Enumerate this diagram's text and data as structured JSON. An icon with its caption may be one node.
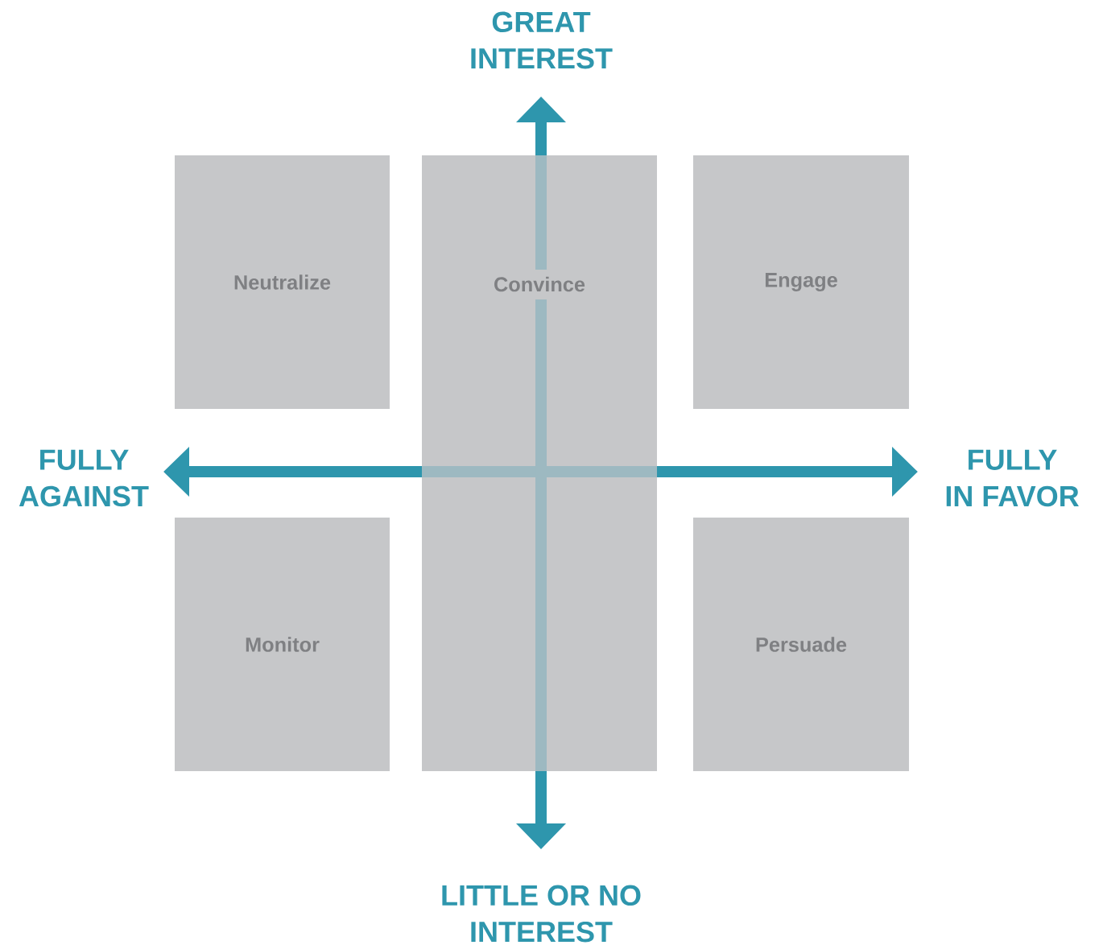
{
  "diagram": {
    "nodes": [
      {
        "text": [
          "Neutralize"
        ]
      },
      {
        "text": [
          "Convince"
        ]
      },
      {
        "text": [
          "Engage"
        ]
      },
      {
        "text": [
          "Monitor"
        ]
      },
      {
        "text": [
          "Persuade"
        ]
      }
    ],
    "labels": [
      "GREAT INTEREST",
      "FULLY AGAINST",
      "FULLY IN FAVOR",
      "LITTLE OR NO INTEREST"
    ]
  }
}
